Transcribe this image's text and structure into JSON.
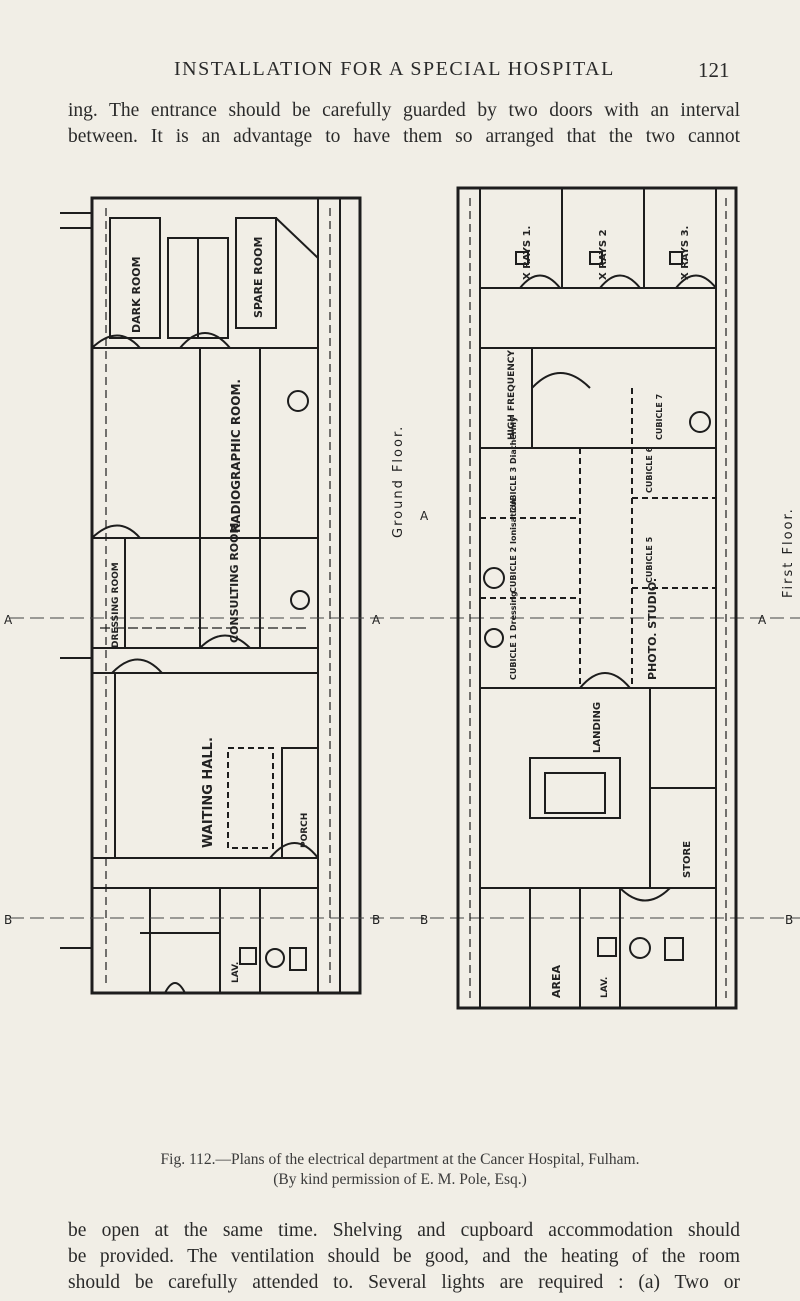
{
  "header": {
    "title": "INSTALLATION FOR A SPECIAL HOSPITAL",
    "page": "121"
  },
  "para_top": [
    "ing. The entrance should be carefully guarded by two doors with an interval",
    "between. It is an advantage to have them so arranged that the two cannot"
  ],
  "caption": {
    "line1": "Fig. 112.—Plans of the electrical department at the Cancer Hospital, Fulham.",
    "line2": "(By kind permission of E. M. Pole, Esq.)"
  },
  "para_bottom": [
    "be open at the same time. Shelving and cupboard accommodation should",
    "be provided. The ventilation should be good, and the heating of the room",
    "should be carefully attended to. Several lights are required : (a) Two or"
  ],
  "plan_labels": {
    "ground_floor": "Ground Floor.",
    "first_floor": "First Floor.",
    "section_a": "A",
    "section_b": "B",
    "ground_rooms": {
      "dark_room": "DARK ROOM",
      "spare_room": "SPARE ROOM",
      "radiographic_room": "RADIOGRAPHIC ROOM.",
      "dressing_room": "DRESSING ROOM",
      "consulting_room": "CONSULTING ROOM",
      "waiting_hall": "WAITING HALL.",
      "porch": "PORCH",
      "lav": "LAV."
    },
    "first_rooms": {
      "xrays_1": "X RAYS 1.",
      "xrays_2": "X RAYS 2",
      "xrays_3": "X RAYS 3.",
      "high_frequency": "HIGH FREQUENCY",
      "cubicle_diathermy": "CUBICLE 3 Diathermy",
      "cubicle_ionisation": "CUBICLE 2 Ionisation",
      "cubicle_dressing": "CUBICLE 1 Dressing",
      "cubicle_7": "CUBICLE 7",
      "cubicle_6": "CUBICLE 6",
      "cubicle_5": "CUBICLE 5",
      "photo_studio": "PHOTO. STUDIO.",
      "landing": "LANDING",
      "area": "AREA",
      "store": "STORE",
      "lav": "LAV."
    }
  }
}
